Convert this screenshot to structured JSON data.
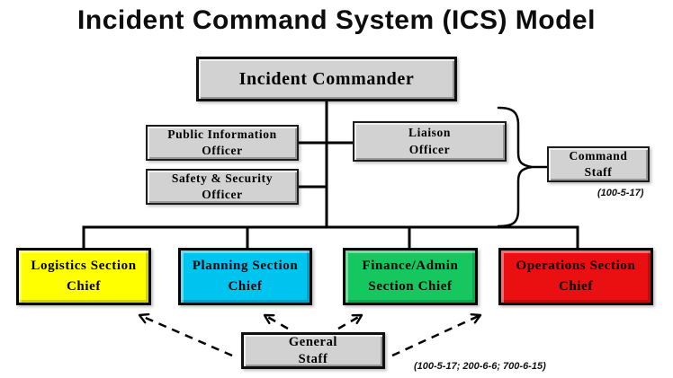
{
  "title": "Incident Command System (ICS) Model",
  "colors": {
    "box_gray": "#d2d2d2",
    "line_black": "#000000",
    "logistics_yellow": "#ffff00",
    "planning_cyan": "#00c4f0",
    "finance_green": "#15c75e",
    "operations_red": "#ea0f10"
  },
  "org": {
    "incident_commander": {
      "label": "Incident Commander"
    },
    "command_staff_officers": [
      {
        "lines": [
          "Public Information",
          "Officer"
        ]
      },
      {
        "lines": [
          "Liaison",
          "Officer"
        ]
      },
      {
        "lines": [
          "Safety & Security",
          "Officer"
        ]
      }
    ],
    "command_staff": {
      "lines": [
        "Command",
        "Staff"
      ],
      "note": "(100-5-17)"
    },
    "sections": [
      {
        "lines": [
          "Logistics Section",
          "Chief"
        ],
        "color": "#ffff00"
      },
      {
        "lines": [
          "Planning Section",
          "Chief"
        ],
        "color": "#00c4f0"
      },
      {
        "lines": [
          "Finance/Admin",
          "Section Chief"
        ],
        "color": "#15c75e"
      },
      {
        "lines": [
          "Operations Section",
          "Chief"
        ],
        "color": "#ea0f10"
      }
    ],
    "general_staff": {
      "lines": [
        "General",
        "Staff"
      ],
      "note": "(100-5-17; 200-6-6; 700-6-15)"
    }
  }
}
